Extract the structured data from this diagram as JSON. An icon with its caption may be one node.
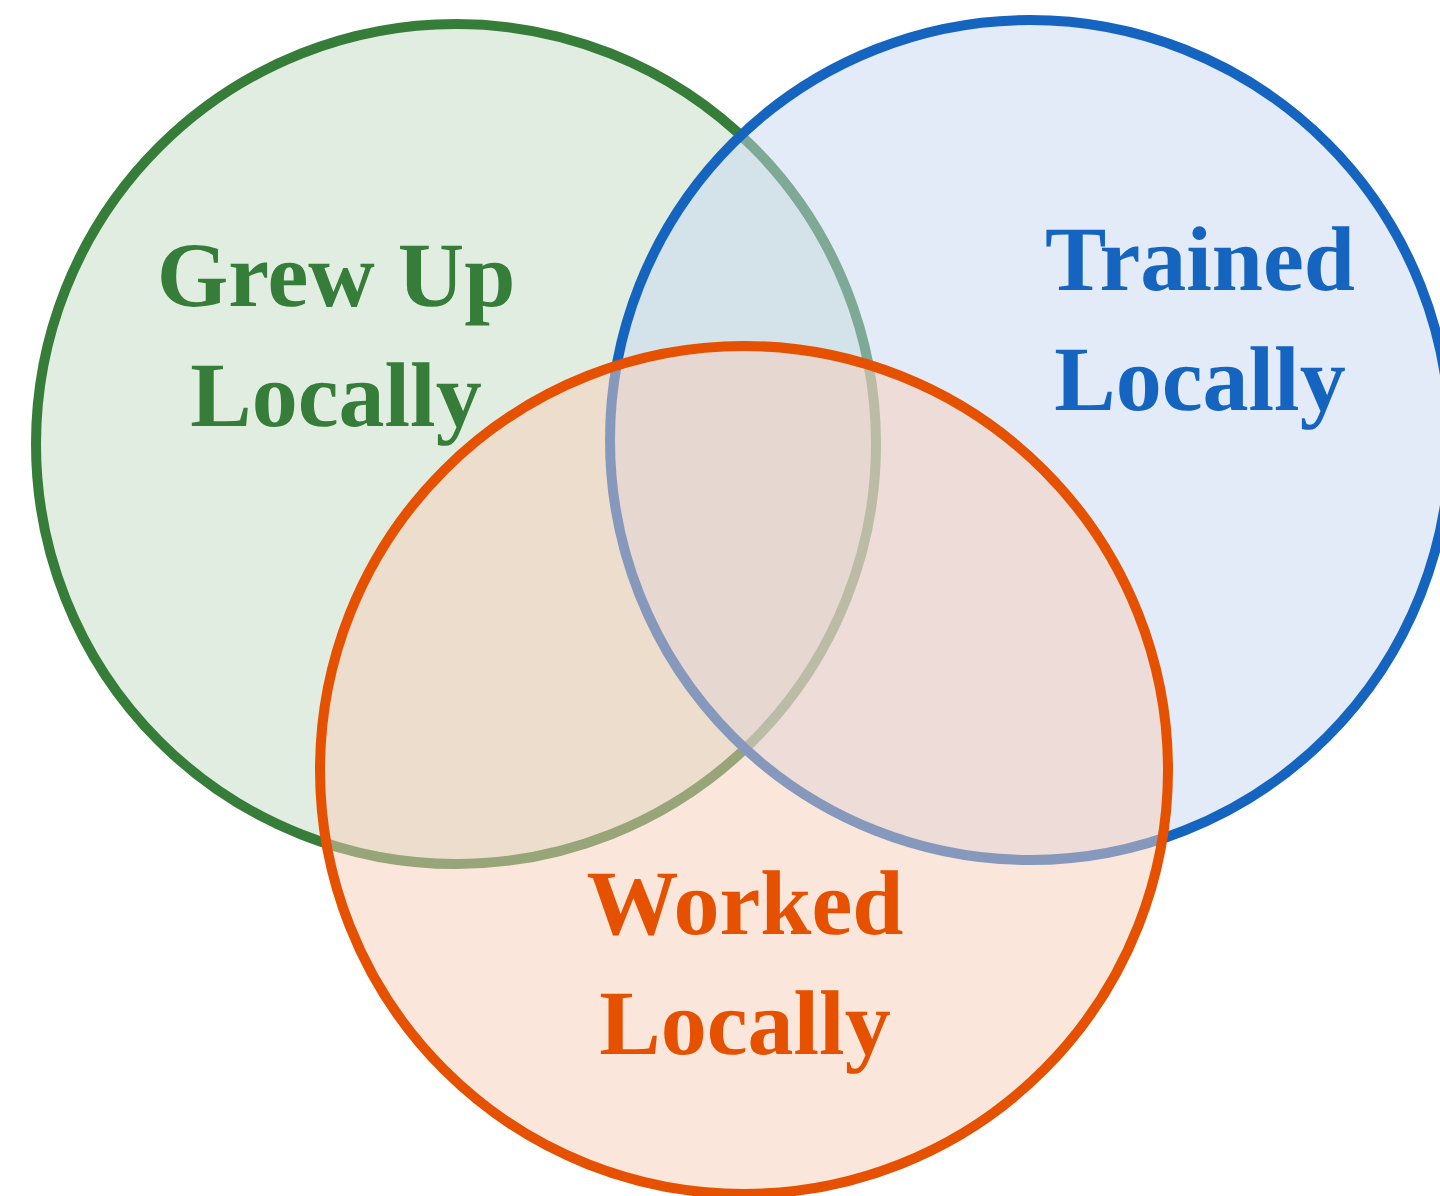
{
  "diagram": {
    "nodes": [
      {
        "text": [
          "Grew Up Locally"
        ]
      },
      {
        "text": [
          "Trained Locally"
        ]
      },
      {
        "text": [
          "Worked Locally"
        ]
      }
    ]
  }
}
